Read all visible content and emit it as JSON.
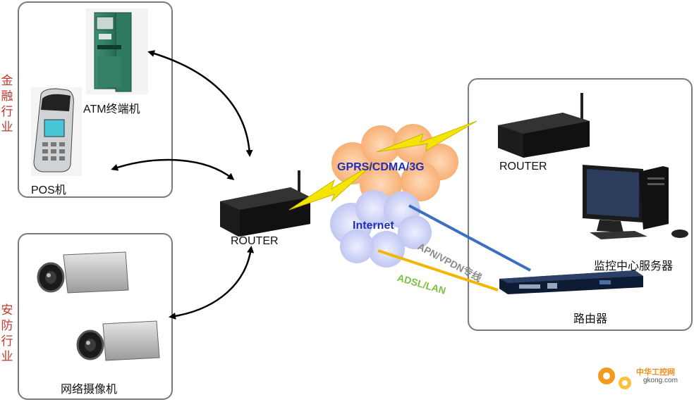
{
  "industries": {
    "finance": "金融行业",
    "security": "安防行业"
  },
  "devices": {
    "atm": "ATM终端机",
    "pos": "POS机",
    "camera": "网络摄像机",
    "router_left": "ROUTER",
    "router_right": "ROUTER",
    "server": "监控中心服务器",
    "cisco_router": "路由器"
  },
  "networks": {
    "wireless": "GPRS/CDMA/3G",
    "internet": "Internet",
    "apn": "APN/VPDN专线",
    "adsl": "ADSL/LAN"
  },
  "colors": {
    "wireless_text": "#1f2fb8",
    "internet_text": "#1f2fb8",
    "apn_line": "#3b6fc4",
    "adsl_line": "#f2b705",
    "adsl_text": "#7cc142",
    "apn_text": "#8a8a8a",
    "industry_text": "#c0392b",
    "lightning": "#f5e400"
  },
  "watermark": {
    "site_name": "中华工控网",
    "domain": "gkong.com"
  }
}
